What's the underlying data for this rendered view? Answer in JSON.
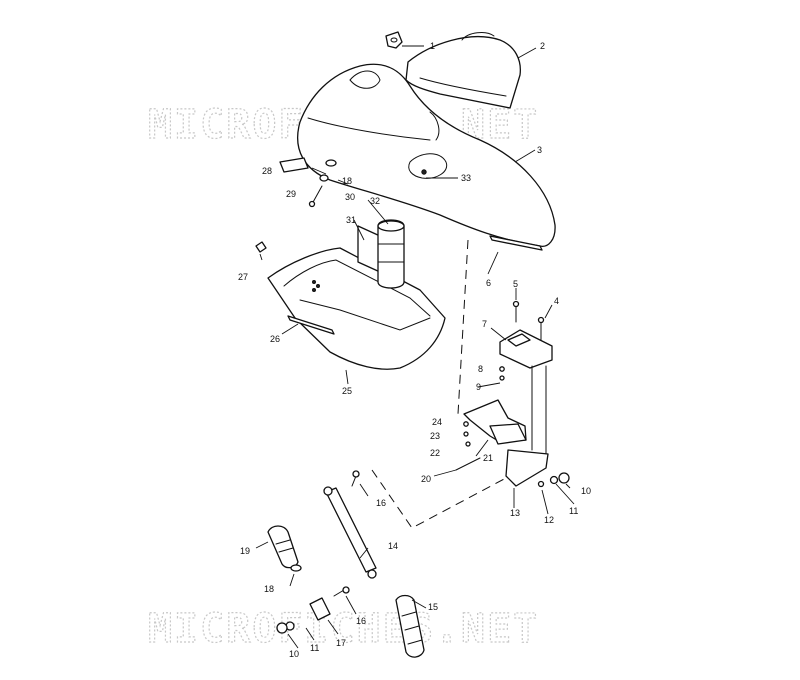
{
  "watermark": {
    "text": "MICROFICHES.NET",
    "color": "#c8c8c8"
  },
  "callouts": {
    "c1": "1",
    "c2": "2",
    "c3": "3",
    "c4": "4",
    "c5": "5",
    "c6": "6",
    "c7": "7",
    "c8": "8",
    "c9": "9",
    "c10a": "10",
    "c10b": "10",
    "c11a": "11",
    "c11b": "11",
    "c12": "12",
    "c13": "13",
    "c14": "14",
    "c15": "15",
    "c16a": "16",
    "c16b": "16",
    "c17": "17",
    "c18a": "18",
    "c18b": "18",
    "c19": "19",
    "c20": "20",
    "c21": "21",
    "c22": "22",
    "c23": "23",
    "c24": "24",
    "c25": "25",
    "c26": "26",
    "c27": "27",
    "c28": "28",
    "c29": "29",
    "c30": "30",
    "c31": "31",
    "c32": "32",
    "c33": "33"
  }
}
